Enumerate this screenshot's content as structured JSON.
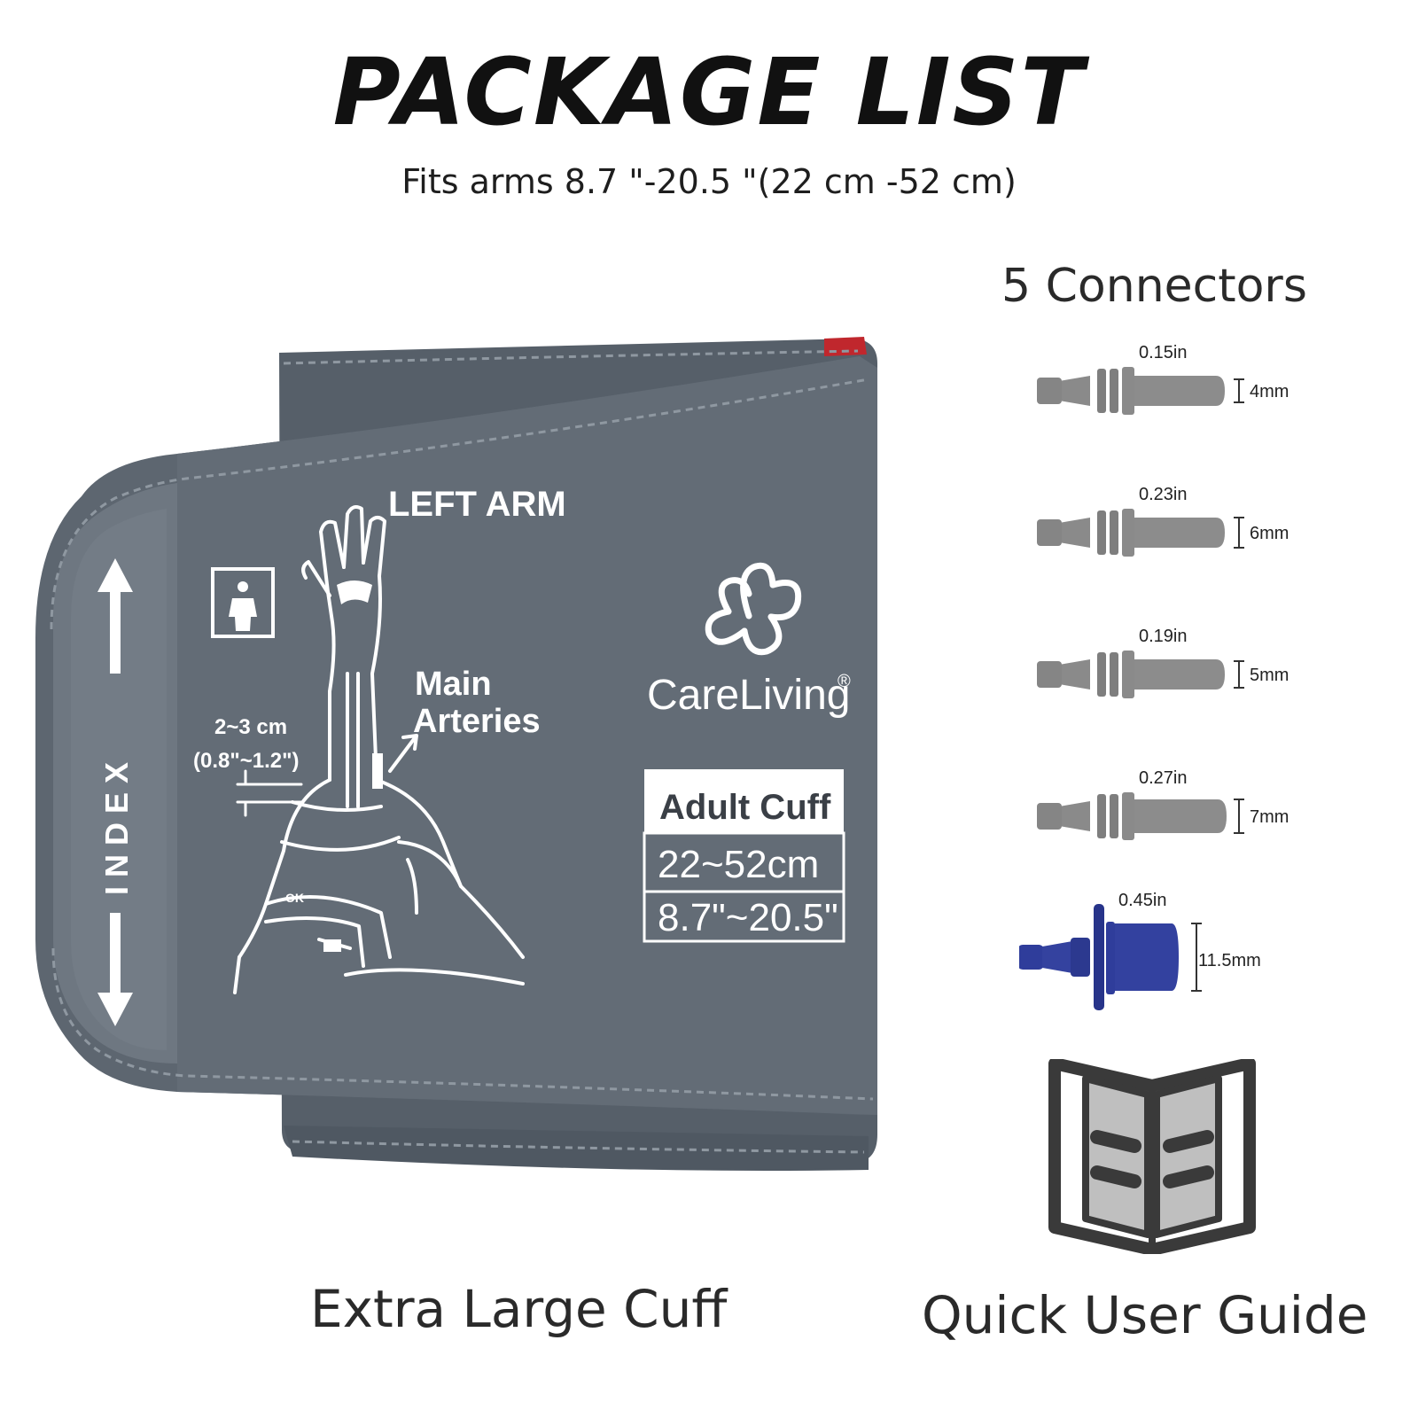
{
  "header": {
    "title": "PACKAGE LIST",
    "subtitle": "Fits arms 8.7 \"-20.5 \"(22 cm -52 cm)"
  },
  "cuff": {
    "caption": "Extra Large Cuff",
    "print": {
      "index_label": "INDEX",
      "left_arm": "LEFT ARM",
      "main_label_1": "Main",
      "main_label_2": "Arteries",
      "distance_cm": "2~3 cm",
      "distance_in": "(0.8\"~1.2\")",
      "ok_mark": "OK",
      "brand": "CareLiving",
      "registered_mark": "®",
      "size_label": "Adult Cuff",
      "size_cm": "22~52cm",
      "size_in": "8.7\"~20.5\""
    },
    "colors": {
      "fabric": "#5d6670",
      "fabric_light": "#6e7781",
      "edge": "#808891",
      "print": "#ffffff"
    }
  },
  "connectors": {
    "heading": "5 Connectors",
    "items": [
      {
        "length": "0.15in",
        "diameter": "4mm",
        "color": "#888888"
      },
      {
        "length": "0.23in",
        "diameter": "6mm",
        "color": "#888888"
      },
      {
        "length": "0.19in",
        "diameter": "5mm",
        "color": "#888888"
      },
      {
        "length": "0.27in",
        "diameter": "7mm",
        "color": "#888888"
      },
      {
        "length": "0.45in",
        "diameter": "11.5mm",
        "color": "#2f3d9b"
      }
    ]
  },
  "guide": {
    "caption": "Quick User Guide",
    "icon": "open-book-icon"
  }
}
